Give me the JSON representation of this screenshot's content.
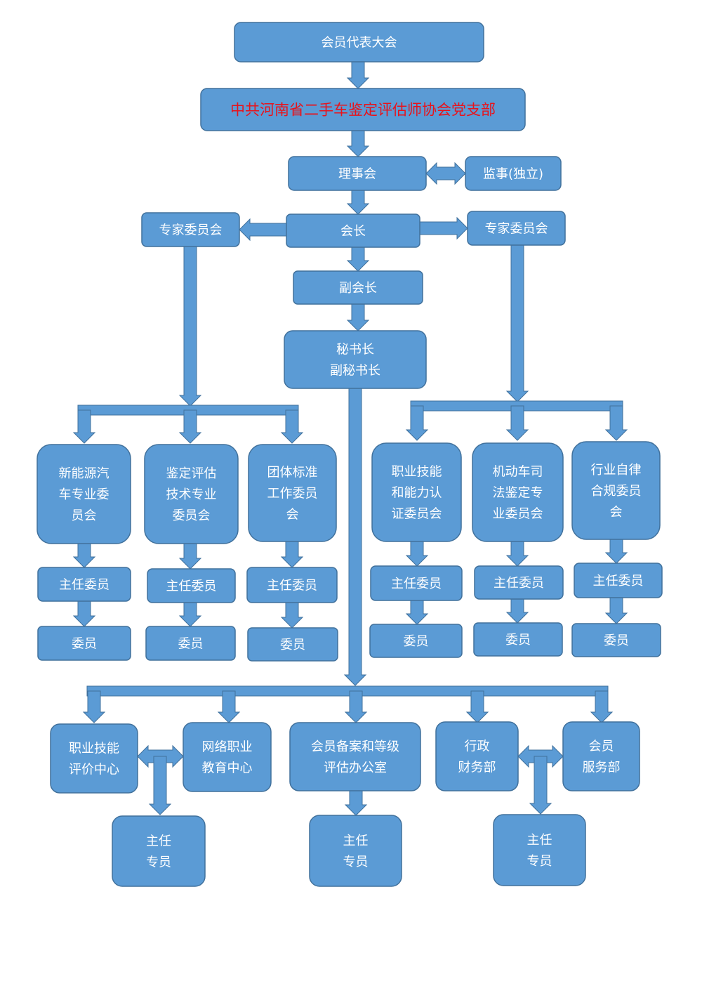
{
  "colors": {
    "box_fill": "#5b9bd5",
    "box_stroke": "#41719c",
    "connector": "#5b9bd5",
    "text": "#ffffff",
    "party_text": "#e8131b"
  },
  "nodes": {
    "assembly": "会员代表大会",
    "party_branch": "中共河南省二手车鉴定评估师协会党支部",
    "council": "理事会",
    "supervisor": "监事(独立)",
    "president": "会长",
    "expert_left": "专家委员会",
    "expert_right": "专家委员会",
    "vice_president": "副会长",
    "secretary": [
      "秘书长",
      "副秘书长"
    ],
    "committees_left": [
      [
        "新能源汽",
        "车专业委",
        "员会"
      ],
      [
        "鉴定评估",
        "技术专业",
        "委员会"
      ],
      [
        "团体标准",
        "工作委员",
        "会"
      ]
    ],
    "committees_right": [
      [
        "职业技能",
        "和能力认",
        "证委员会"
      ],
      [
        "机动车司",
        "法鉴定专",
        "业委员会"
      ],
      [
        "行业自律",
        "合规委员",
        "会"
      ]
    ],
    "chair_label": "主任委员",
    "member_label": "委员",
    "departments": [
      [
        "职业技能",
        "评价中心"
      ],
      [
        "网络职业",
        "教育中心"
      ],
      [
        "会员备案和等级",
        "评估办公室"
      ],
      [
        "行政",
        "财务部"
      ],
      [
        "会员",
        "服务部"
      ]
    ],
    "staff": [
      "主任",
      "专员"
    ]
  }
}
